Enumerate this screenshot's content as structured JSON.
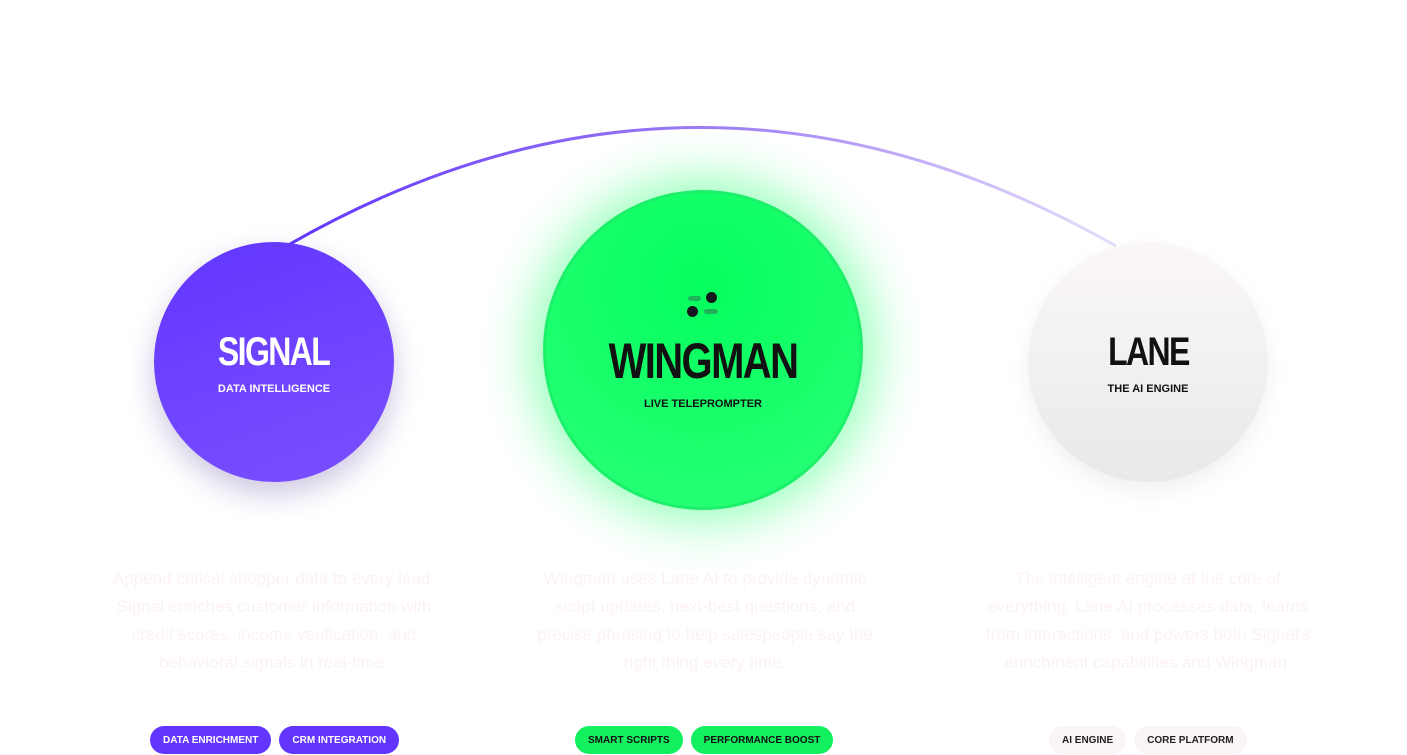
{
  "colors": {
    "signal": "#6236ff",
    "wingman": "#05ff5e",
    "lane": "#f2f0f0"
  },
  "products": [
    {
      "name": "SIGNAL",
      "subtitle": "DATA INTELLIGENCE",
      "description": "Append critical shopper data to every lead. Signal enriches customer information with credit scores, income verification, and behavioral signals in real-time.",
      "tags": [
        "DATA ENRICHMENT",
        "CRM INTEGRATION"
      ]
    },
    {
      "name": "WINGMAN",
      "subtitle": "LIVE TELEPROMPTER",
      "description": "Wingman uses Lane AI to provide dynamic script updates, next-best questions, and precise phrasing to help salespeople say the right thing every time.",
      "tags": [
        "SMART SCRIPTS",
        "PERFORMANCE BOOST"
      ]
    },
    {
      "name": "LANE",
      "subtitle": "THE AI ENGINE",
      "description": "The intelligent engine at the core of everything. Lane AI processes data, learns from interactions, and powers both Signal's enrichment capabilities and Wingman.",
      "tags": [
        "AI ENGINE",
        "CORE PLATFORM"
      ]
    }
  ]
}
